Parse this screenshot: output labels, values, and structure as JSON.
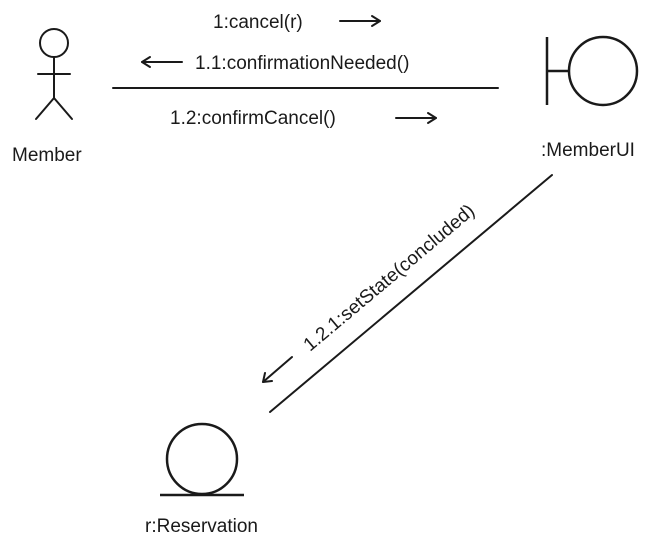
{
  "actors": {
    "member": {
      "label": "Member"
    },
    "boundary": {
      "label": ":MemberUI"
    },
    "entity": {
      "label": "r:Reservation"
    }
  },
  "messages": {
    "m1": {
      "label": "1:cancel(r)"
    },
    "m11": {
      "label": "1.1:confirmationNeeded()"
    },
    "m12": {
      "label": "1.2:confirmCancel()"
    },
    "m121": {
      "label": "1.2.1:setState(concluded)"
    }
  }
}
